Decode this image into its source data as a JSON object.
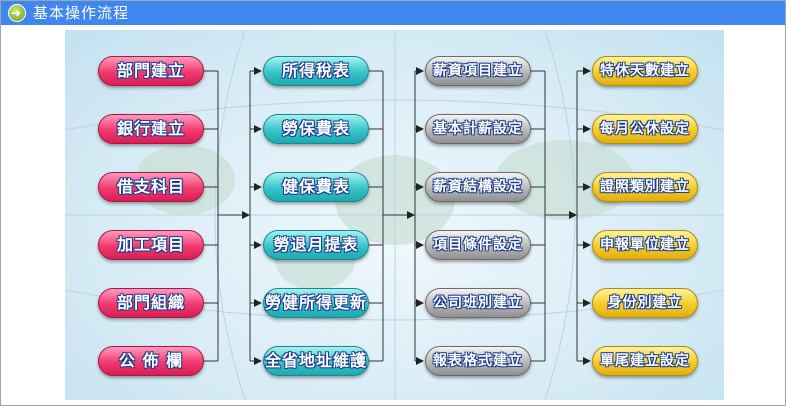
{
  "header": {
    "title": "基本操作流程"
  },
  "columns": [
    {
      "items": [
        "部門建立",
        "銀行建立",
        "借支科目",
        "加工項目",
        "部門組織",
        "公 佈 欄"
      ]
    },
    {
      "items": [
        "所得稅表",
        "勞保費表",
        "健保費表",
        "勞退月提表",
        "勞健所得更新",
        "全省地址維護"
      ]
    },
    {
      "items": [
        "薪資項目建立",
        "基本計薪設定",
        "薪資結構設定",
        "項目條件設定",
        "公司班別建立",
        "報表格式建立"
      ]
    },
    {
      "items": [
        "特休天數建立",
        "每月公休設定",
        "證照類別建立",
        "申報單位建立",
        "身份別建立",
        "單尾建立設定"
      ]
    }
  ]
}
